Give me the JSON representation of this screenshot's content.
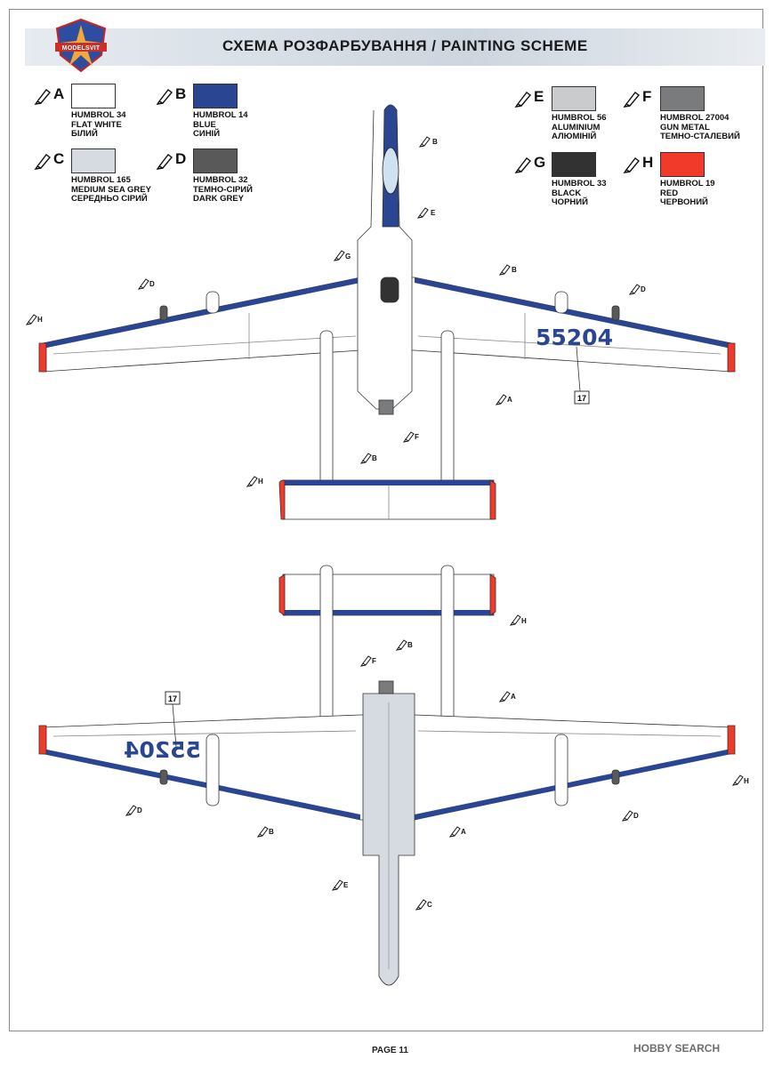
{
  "header": {
    "title": "СХЕМА РОЗФАРБУВАННЯ  / PAINTING  SCHEME",
    "logo_text": "MODELSVIT"
  },
  "colors": {
    "A": {
      "letter": "A",
      "hex": "#ffffff",
      "line1": "HUMBROL 34",
      "line2": "FLAT WHITE",
      "line3": "БІЛИЙ"
    },
    "B": {
      "letter": "B",
      "hex": "#2a4592",
      "line1": "HUMBROL 14",
      "line2": "BLUE",
      "line3": "СИНІЙ"
    },
    "C": {
      "letter": "C",
      "hex": "#d6dbe1",
      "line1": "HUMBROL 165",
      "line2": "MEDIUM SEA GREY",
      "line3": "СЕРЕДНЬО СІРИЙ"
    },
    "D": {
      "letter": "D",
      "hex": "#595959",
      "line1": "HUMBROL 32",
      "line2": "ТЕМНО-СІРИЙ",
      "line3": "DARK GREY"
    },
    "E": {
      "letter": "E",
      "hex": "#c9cbcd",
      "line1": "HUMBROL 56",
      "line2": "ALUMINIUM",
      "line3": "АЛЮМІНІЙ"
    },
    "F": {
      "letter": "F",
      "hex": "#7a7b7d",
      "line1": "HUMBROL 27004",
      "line2": "GUN METAL",
      "line3": "ТЕМНО-СТАЛЕВИЙ"
    },
    "G": {
      "letter": "G",
      "hex": "#323232",
      "line1": "HUMBROL 33",
      "line2": "BLACK",
      "line3": "ЧОРНИЙ"
    },
    "H": {
      "letter": "H",
      "hex": "#f23a2a",
      "line1": "HUMBROL 19",
      "line2": "RED",
      "line3": "ЧЕРВОНИЙ"
    }
  },
  "aircraft": {
    "serial": "55204",
    "decal_ref": "17",
    "callouts": {
      "A": "A",
      "B": "B",
      "C": "C",
      "D": "D",
      "E": "E",
      "F": "F",
      "G": "G",
      "H": "H"
    }
  },
  "footer": {
    "page": "PAGE 11",
    "watermark": "HOBBY SEARCH"
  }
}
